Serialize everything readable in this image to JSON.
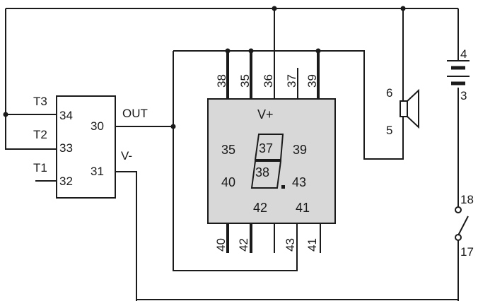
{
  "chip": {
    "inputs": [
      "T3",
      "T2",
      "T1"
    ],
    "pin_in": [
      "34",
      "33",
      "32"
    ],
    "pin_out": [
      "30",
      "31"
    ],
    "out_label": "OUT",
    "vminus_label": "V-"
  },
  "display": {
    "top_pins": [
      "38",
      "35",
      "36",
      "37",
      "39"
    ],
    "bottom_pins": [
      "40",
      "42",
      "43",
      "41"
    ],
    "vplus_label": "V+",
    "inner": {
      "seg_35": "35",
      "seg_37": "37",
      "seg_39": "39",
      "seg_40": "40",
      "seg_38": "38",
      "seg_43": "43",
      "seg_42": "42",
      "seg_41": "41"
    }
  },
  "speaker": {
    "pin_top": "6",
    "pin_bottom": "5"
  },
  "battery": {
    "pin_top": "4",
    "pin_bottom": "3"
  },
  "switch": {
    "pin_top": "18",
    "pin_bottom": "17"
  },
  "colors": {
    "wire": "#1a1a1a",
    "display_fill": "#d8d8d8",
    "background": "#ffffff"
  }
}
